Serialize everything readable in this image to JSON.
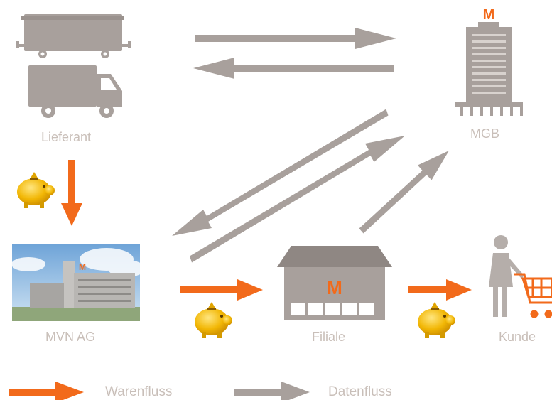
{
  "nodes": {
    "supplier": {
      "label": "Lieferant"
    },
    "hq": {
      "label": "MGB",
      "logo_letter": "M"
    },
    "distribution": {
      "label": "MVN AG",
      "logo_letter": "M"
    },
    "store": {
      "label": "Filiale",
      "logo_letter": "M"
    },
    "customer": {
      "label": "Kunde"
    }
  },
  "legend": {
    "goods_flow": "Warenfluss",
    "data_flow": "Datenfluss"
  },
  "colors": {
    "goods_flow": "#f26a1b",
    "data_flow": "#a8a09c",
    "label_text": "#c9bfb9",
    "icon_gray": "#a8a09c",
    "brand_orange": "#f26a1b",
    "coin_gold": "#f2b705"
  },
  "icons": {
    "supplier": [
      "trailer-icon",
      "truck-icon"
    ],
    "hq": "building-icon",
    "distribution": "warehouse-photo",
    "store": "store-icon",
    "customer": [
      "person-icon",
      "shopping-cart-icon"
    ],
    "money": "piggy-bank-icon"
  }
}
